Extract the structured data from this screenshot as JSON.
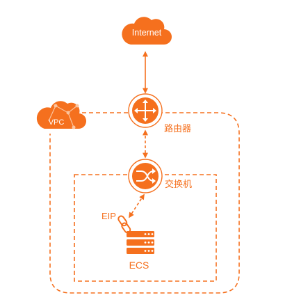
{
  "colors": {
    "accent": "#f5701e",
    "accent_light": "#fbc49e",
    "background": "#ffffff"
  },
  "nodes": {
    "internet": {
      "label": "Internet",
      "icon": "cloud-icon"
    },
    "vpc": {
      "label": "VPC",
      "icon": "vpc-cloud-icon"
    },
    "router": {
      "label": "路由器",
      "icon": "router-icon"
    },
    "switch": {
      "label": "交换机",
      "icon": "switch-icon"
    },
    "eip": {
      "label": "EIP",
      "icon": "link-icon"
    },
    "ecs": {
      "label": "ECS",
      "icon": "server-icon"
    }
  },
  "connections": [
    {
      "from": "internet",
      "to": "router",
      "style": "solid",
      "direction": "both"
    },
    {
      "from": "router",
      "to": "switch",
      "style": "dashed",
      "direction": "both"
    },
    {
      "from": "switch",
      "to": "eip",
      "style": "dashed",
      "direction": "both"
    }
  ]
}
